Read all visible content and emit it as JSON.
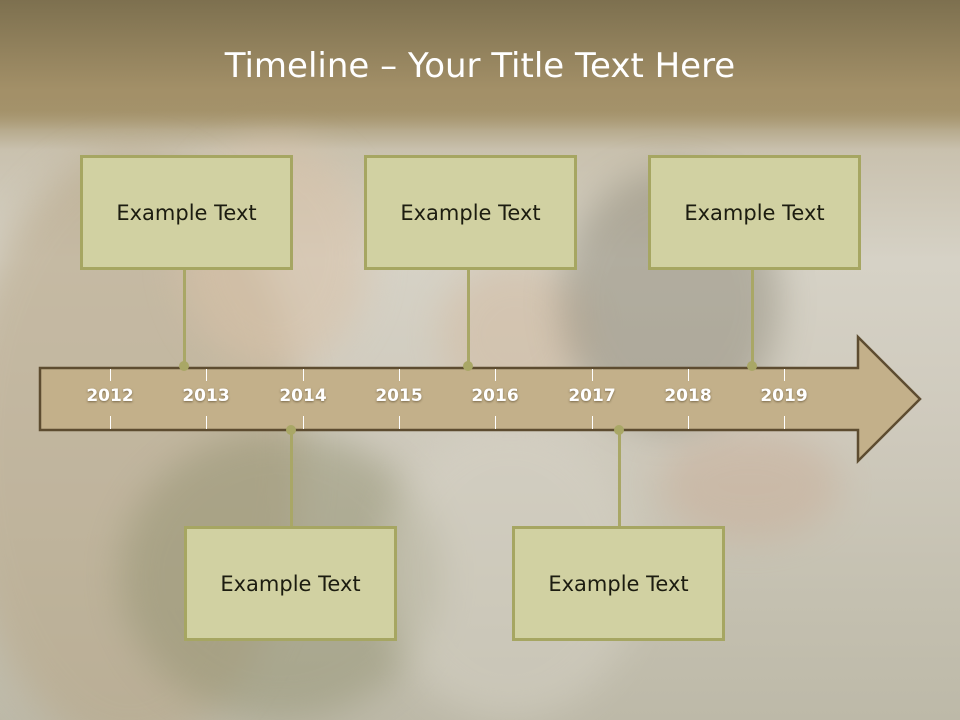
{
  "title": "Timeline – Your Title Text Here",
  "years": [
    "2012",
    "2013",
    "2014",
    "2015",
    "2016",
    "2017",
    "2018",
    "2019"
  ],
  "events": [
    {
      "label": "Example Text",
      "position": "above"
    },
    {
      "label": "Example Text",
      "position": "above"
    },
    {
      "label": "Example Text",
      "position": "above"
    },
    {
      "label": "Example Text",
      "position": "below"
    },
    {
      "label": "Example Text",
      "position": "below"
    }
  ],
  "colors": {
    "arrow_fill": "#c3b08a",
    "arrow_stroke": "#5d4c30",
    "box_fill": "#d1d1a2",
    "box_border": "#a6a662",
    "connector": "#a9a766",
    "title_text": "#ffffff",
    "year_text": "#ffffff"
  }
}
